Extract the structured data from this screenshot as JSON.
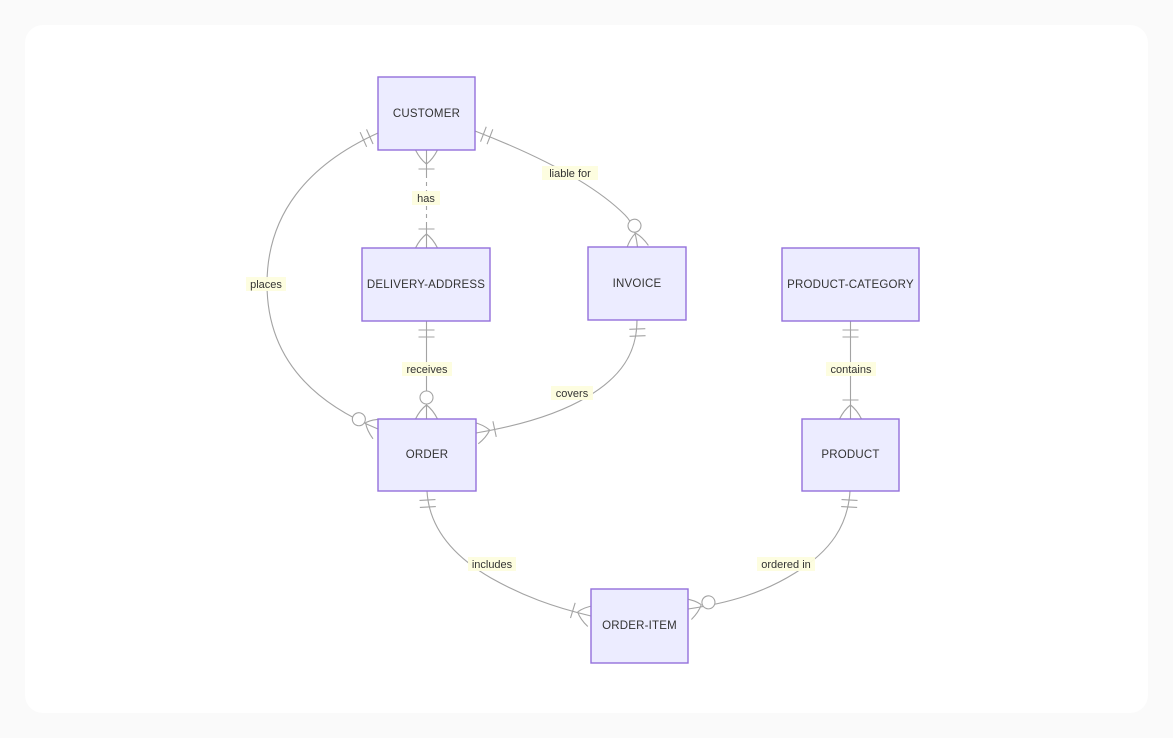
{
  "page": {
    "background_color": "#fafafa",
    "card_background_color": "#ffffff"
  },
  "diagram": {
    "type": "entity-relationship-diagram",
    "colors": {
      "entity_fill": "#ECECFF",
      "entity_border": "#9370DB",
      "relationship_line": "#a3a3a3",
      "text": "#333333",
      "relationship_label_background": "#fdfdde"
    },
    "entities": {
      "customer": {
        "label": "CUSTOMER"
      },
      "delivery_address": {
        "label": "DELIVERY-ADDRESS"
      },
      "invoice": {
        "label": "INVOICE"
      },
      "product_category": {
        "label": "PRODUCT-CATEGORY"
      },
      "order": {
        "label": "ORDER"
      },
      "product": {
        "label": "PRODUCT"
      },
      "order_item": {
        "label": "ORDER-ITEM"
      }
    },
    "relationships": {
      "has": {
        "label": "has",
        "from": "CUSTOMER",
        "to": "DELIVERY-ADDRESS",
        "from_cardinality": "one-or-many",
        "to_cardinality": "one-or-many",
        "line_style": "dashed"
      },
      "places": {
        "label": "places",
        "from": "CUSTOMER",
        "to": "ORDER",
        "from_cardinality": "exactly-one",
        "to_cardinality": "zero-or-many",
        "line_style": "solid"
      },
      "liable_for": {
        "label": "liable for",
        "from": "CUSTOMER",
        "to": "INVOICE",
        "from_cardinality": "exactly-one",
        "to_cardinality": "zero-or-many",
        "line_style": "solid"
      },
      "receives": {
        "label": "receives",
        "from": "DELIVERY-ADDRESS",
        "to": "ORDER",
        "from_cardinality": "exactly-one",
        "to_cardinality": "zero-or-many",
        "line_style": "solid"
      },
      "covers": {
        "label": "covers",
        "from": "INVOICE",
        "to": "ORDER",
        "from_cardinality": "exactly-one",
        "to_cardinality": "one-or-many",
        "line_style": "solid"
      },
      "contains": {
        "label": "contains",
        "from": "PRODUCT-CATEGORY",
        "to": "PRODUCT",
        "from_cardinality": "exactly-one",
        "to_cardinality": "one-or-many",
        "line_style": "solid"
      },
      "includes": {
        "label": "includes",
        "from": "ORDER",
        "to": "ORDER-ITEM",
        "from_cardinality": "exactly-one",
        "to_cardinality": "one-or-many",
        "line_style": "solid"
      },
      "ordered_in": {
        "label": "ordered in",
        "from": "PRODUCT",
        "to": "ORDER-ITEM",
        "from_cardinality": "exactly-one",
        "to_cardinality": "zero-or-many",
        "line_style": "solid"
      }
    }
  }
}
